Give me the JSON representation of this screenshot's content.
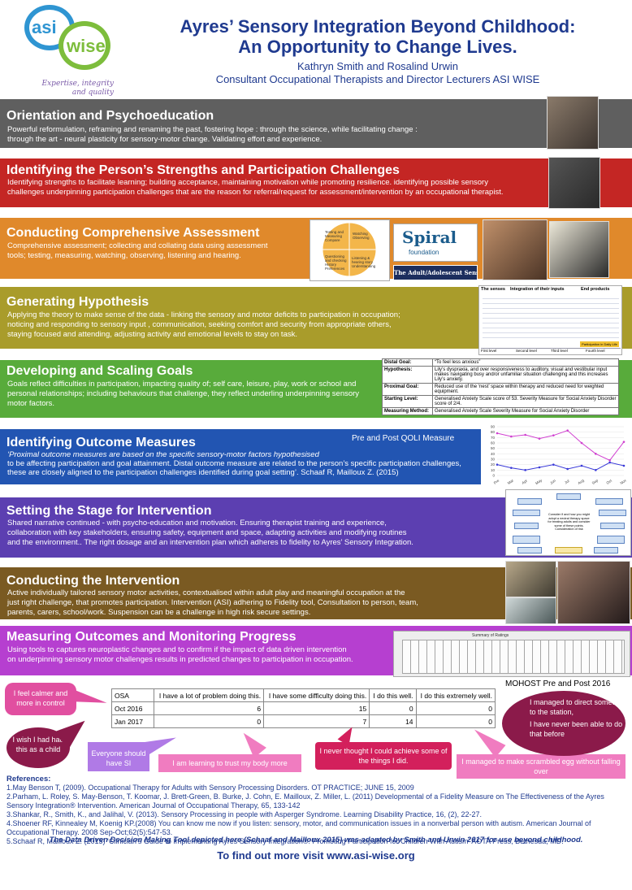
{
  "header": {
    "logo_asi": "asi",
    "logo_wise": "wise",
    "logo_tagline_1": "Expertise, integrity",
    "logo_tagline_2": "and quality",
    "title_line1": "Ayres’ Sensory Integration Beyond Childhood:",
    "title_line2": "An Opportunity to Change Lives.",
    "authors": "Kathryn Smith and Rosalind Urwin",
    "roles": "Consultant Occupational Therapists and Director Lecturers ASI WISE"
  },
  "colors": {
    "title_blue": "#1f3a8f",
    "grey": "#5f5f5f",
    "red": "#c42624",
    "orange": "#e0892b",
    "olive": "#a99c2b",
    "green": "#58ab3b",
    "blue": "#2255b2",
    "purple": "#5c3fb1",
    "brown": "#7a5a22",
    "magenta": "#b63fd0",
    "pink": "#e14fa0"
  },
  "sections": {
    "orientation": {
      "title": "Orientation and Psychoeducation",
      "body_1": "Powerful reformulation, reframing and renaming the past, fostering hope : through the science, while facilitating change :",
      "body_2": "through the art - neural plasticity for sensory-motor change. Validating effort and experience."
    },
    "strengths": {
      "title": "Identifying the Person’s Strengths and Participation Challenges",
      "body_1": "Identifying strengths to facilitate learning; building acceptance, maintaining motivation while promoting resilience. identifying possible sensory",
      "body_2": "challenges underpinning participation challenges that are the reason for referral/request for assessment/intervention by an occupational therapist."
    },
    "assessment": {
      "title": "Conducting Comprehensive Assessment",
      "body_1": "Comprehensive assessment; collecting and collating data using assessment",
      "body_2": "tools; testing, measuring, watching, observing, listening and hearing.",
      "diagram_q1": "Testing and Measuring Compare",
      "diagram_q2": "Watching Observing",
      "diagram_q3": "Questioning and checking History Preferences",
      "diagram_q4": "Listening & hearing story Understanding",
      "spiral_logo": "Spiral",
      "spiral_sub": "foundation",
      "history_title": "The Adult/Adolescent Sensory History"
    },
    "hypothesis": {
      "title": "Generating Hypothesis",
      "body_1": "Applying the theory to make sense of the data - linking the sensory and motor deficits to participation in occupation;",
      "body_2": "noticing and responding to sensory input , communication, seeking comfort and security from appropriate others,",
      "body_3": "staying focused and attending, adjusting activity and emotional levels to stay on task.",
      "diagram_h1": "The senses",
      "diagram_h2": "Integration of their inputs",
      "diagram_h3": "End products",
      "diagram_f1": "First level",
      "diagram_f2": "Second level",
      "diagram_f3": "Third level",
      "diagram_f4": "Fourth level",
      "diagram_end": "Participation in Daily Life"
    },
    "goals": {
      "title": "Developing and Scaling Goals",
      "body_1": "Goals reflect difficulties in participation, impacting quality of; self care, leisure, play, work or school and",
      "body_2": "personal relationships; including behaviours that challenge, they reflect underling underpinning sensory",
      "body_3": "motor factors.",
      "table": [
        {
          "k": "Distal Goal:",
          "v": "“To feel less anxious”"
        },
        {
          "k": "Hypothesis:",
          "v": "Lily’s dyspraxia, and over responsiveness to auditory, visual and vestibular input makes navigating busy and/or unfamiliar situation challenging and this increases Lily’s anxiety."
        },
        {
          "k": "Proximal Goal:",
          "v": "Reduced use of the ‘nest’ space within therapy and reduced need for weighted equipment."
        },
        {
          "k": "Starting Level:",
          "v": "Generalised Anxiety Scale score of 53. Severity Measure for Social Anxiety Disorder score of 2/4."
        },
        {
          "k": "Measuring Method:",
          "v": "Generalised Anxiety Scale Severity Measure for Social Anxiety Disorder"
        }
      ]
    },
    "outcome": {
      "title": "Identifying Outcome Measures",
      "prepost": "Pre and Post QOLI Measure",
      "body_1": "‘Proximal outcome measures are based on the specific sensory-motor factors hypothesised",
      "body_2": "to be affecting participation and goal attainment. Distal outcome measure are related to the person’s specific participation challenges,",
      "body_3": "these are closely aligned to the participation challenges  identified during goal setting’. Schaaf R, Mailloux Z. (2015)"
    },
    "stage": {
      "title": "Setting the Stage for Intervention",
      "body_1": "Shared narrative continued - with psycho-education and motivation. Ensuring therapist training and experience,",
      "body_2": "collaboration with key stakeholders, ensuring safety, equipment and space, adapting activities and modifying routines",
      "body_3": "and the environment.. The right dosage and an intervention plan which adheres to fidelity to Ayres’ Sensory Integration.",
      "center_text": "Consider if and how you might adopt a neutral therapy space for treating adults and consider some of these points. Consideration of risk"
    },
    "intervention": {
      "title": "Conducting the Intervention",
      "body_1": "Active individually tailored sensory motor activities, contextualised within adult play and meaningful occupation at the",
      "body_2": "just right challenge, that promotes participation. Intervention (ASI) adhering to Fidelity tool, Consultation to person, team,",
      "body_3": "parents, carers, school/work. Suspension can be a challenge in high risk secure settings."
    },
    "measuring": {
      "title": "Measuring Outcomes and Monitoring Progress",
      "body_1": "Using tools to captures neuroplastic changes and to confirm if the impact of data driven intervention",
      "body_2": "on underpinning sensory motor challenges results in predicted changes to participation in occupation.",
      "mohost": "MOHOST Pre and Post 2016",
      "sheet_title": "Summary of Ratings"
    }
  },
  "chart_data": {
    "type": "line",
    "x": [
      "Pre",
      "Mar",
      "Apr",
      "May",
      "Jun",
      "Jul",
      "Aug",
      "Sep",
      "Oct",
      "Nov"
    ],
    "series": [
      {
        "name": "",
        "values": [
          78,
          72,
          75,
          68,
          74,
          83,
          60,
          40,
          28,
          62
        ],
        "color": "#d040d0"
      },
      {
        "name": "",
        "values": [
          20,
          14,
          10,
          15,
          20,
          12,
          18,
          10,
          24,
          18
        ],
        "color": "#3a3ad8"
      }
    ],
    "ylim": [
      0,
      90
    ]
  },
  "results_table": {
    "headers": [
      "OSA",
      "I have a lot of problem doing this.",
      "I have some difficulty doing this.",
      "I do this well.",
      "I do this extremely well."
    ],
    "rows": [
      [
        "Oct 2016",
        "6",
        "15",
        "0",
        "0"
      ],
      [
        "Jan 2017",
        "0",
        "7",
        "14",
        "0"
      ]
    ]
  },
  "bubbles": {
    "calmer": "I feel calmer and more in control",
    "wish": "I wish I had had this as a child",
    "everyone": "Everyone should have SI",
    "trust": "I am learning to trust my body more",
    "never": "I never thought I could achieve some of the things I did.",
    "egg": "I managed to make scrambled egg without falling over",
    "direct_1": "I managed to direct someone to the station,",
    "direct_2": "I have never been able to do that before"
  },
  "references": {
    "heading": "References:",
    "items": [
      "1.May Benson T, (2009). Occupational Therapy for Adults with Sensory Processing Disorders. OT PRACTICE; JUNE 15, 2009",
      "2.Parham, L. Roley, S. May-Benson, T. Koomar, J. Brett-Green, B. Burke, J. Cohn, E. Mailloux, Z. Miller, L. (2011) Developmental of a Fidelity Measure on The Effectiveness of the Ayres Sensory Integration® Intervention. American Journal of Occupational Therapy, 65, 133-142",
      "3.Shankar, R., Smith, K., and Jalihal, V. (2013). Sensory Processing in people with Asperger Syndrome. Learning Disability Practice, 16, (2), 22-27.",
      "4.Shoener RF, Kinnealey M, Koenig KP.(2008) You can know me now if you listen: sensory, motor, and communication issues in a nonverbal person with autism. American Journal of Occupational Therapy. 2008 Sep-Oct;62(5):547-53.",
      "5.Schaaf R, Mailloux Z. (2015) ‘Clinician’s Guide to Implementing Ayres Sensory Integration®: Promoting Participation for Children With Autism’ AOTA Press, Bethesda, MD."
    ],
    "adapted": "The Data Driven Decision Making Tool depicted here (Schaaf and Mailloux 2015) was adapted by Smith and Urwin 2017 for use beyond childhood.",
    "website": "To find out more visit www.asi-wise.org"
  }
}
